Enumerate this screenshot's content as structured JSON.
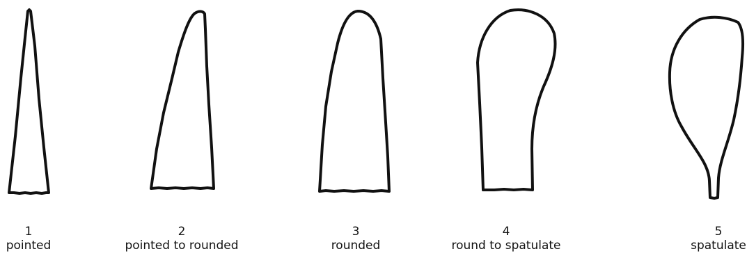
{
  "shapes": [
    {
      "number": "1",
      "name": "pointed"
    },
    {
      "number": "2",
      "name": "pointed to rounded"
    },
    {
      "number": "3",
      "name": "rounded"
    },
    {
      "number": "4",
      "name": "round to spatulate"
    },
    {
      "number": "5",
      "name": "spatulate"
    }
  ]
}
